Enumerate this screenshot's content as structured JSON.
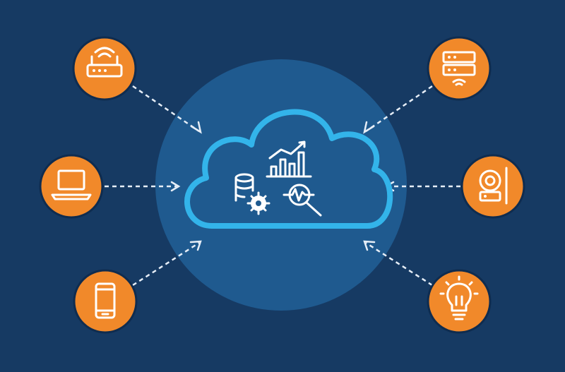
{
  "colors": {
    "background": "#163a63",
    "hub_disc": "#1f5a8f",
    "cloud_stroke": "#33b4ea",
    "node_fill": "#f1892a",
    "connector": "#e6eef7"
  },
  "hub": {
    "shape": "cloud",
    "icons": [
      "database-gear-icon",
      "bar-chart-trend-icon",
      "magnifier-pulse-icon"
    ]
  },
  "nodes": [
    {
      "id": "router",
      "icon": "wifi-router-icon"
    },
    {
      "id": "laptop",
      "icon": "laptop-icon"
    },
    {
      "id": "smartphone",
      "icon": "smartphone-icon"
    },
    {
      "id": "server",
      "icon": "server-rack-icon"
    },
    {
      "id": "camera",
      "icon": "security-camera-icon"
    },
    {
      "id": "bulb",
      "icon": "smart-bulb-icon"
    }
  ]
}
